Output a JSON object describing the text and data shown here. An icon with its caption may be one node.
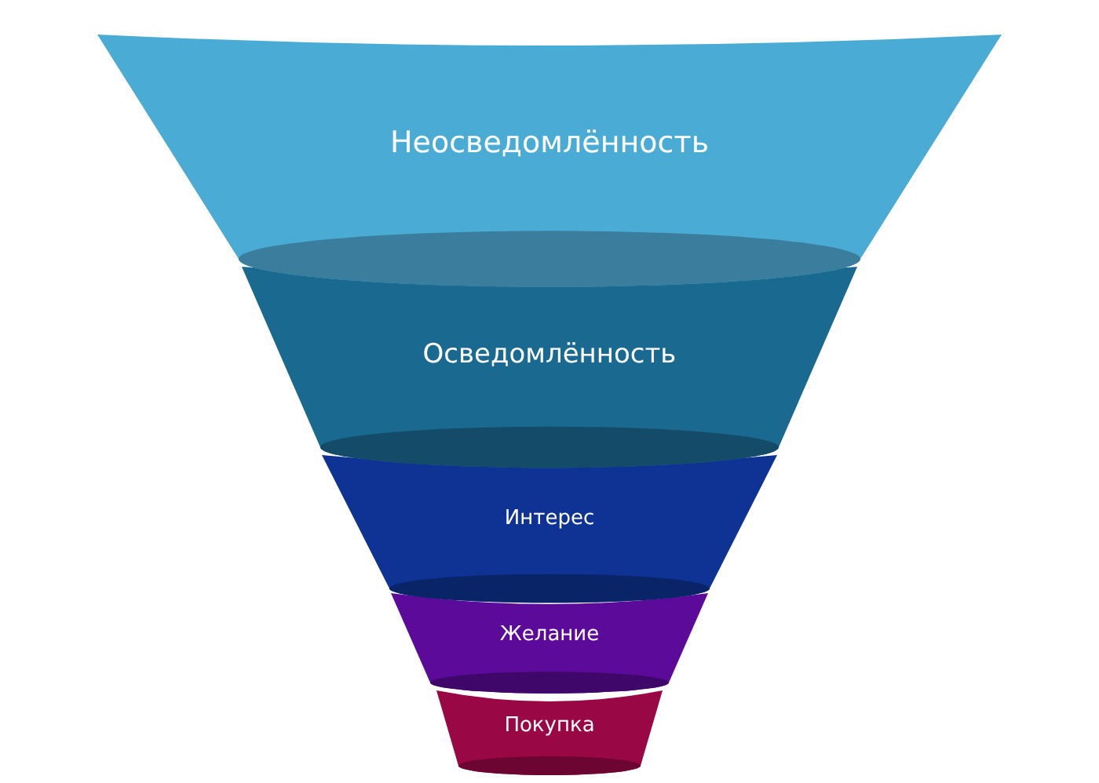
{
  "diagram": {
    "nodes": [
      {
        "text": [
          "Неосведомлённость"
        ]
      },
      {
        "text": [
          "Осведомлённость"
        ]
      },
      {
        "text": [
          "Интерес"
        ]
      },
      {
        "text": [
          "Желание"
        ]
      },
      {
        "text": [
          "Покупка"
        ]
      }
    ]
  }
}
